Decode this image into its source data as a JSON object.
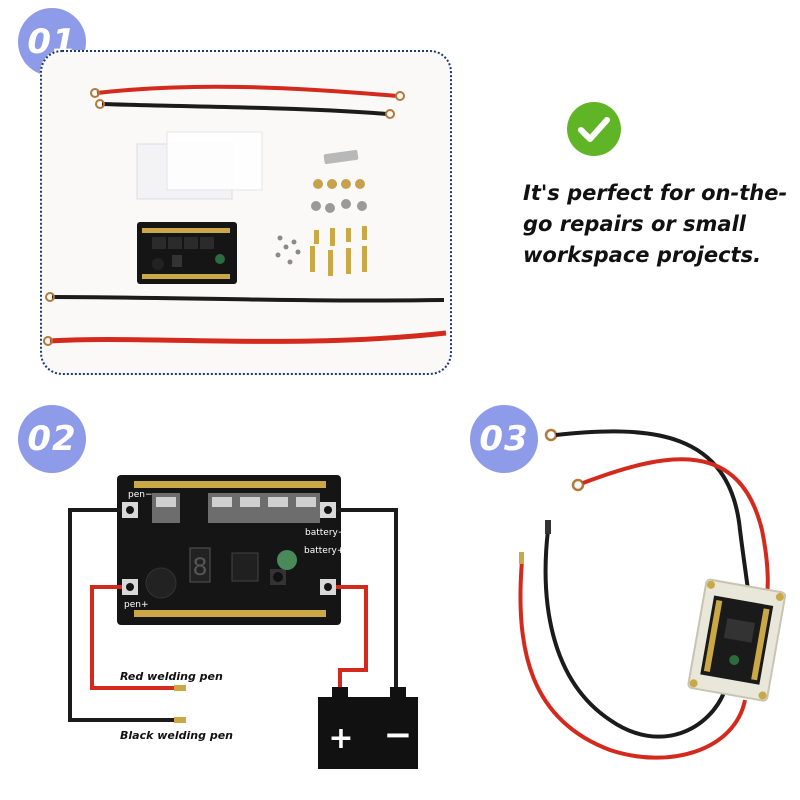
{
  "steps": [
    "01",
    "02",
    "03"
  ],
  "panel1": {
    "tagline": "It's perfect for on-the-go repairs or small workspace projects."
  },
  "panel2": {
    "board_labels": {
      "pen_minus": "pen−",
      "pen_plus": "pen+",
      "battery_minus": "battery−",
      "battery_plus": "battery+"
    },
    "red_pen_label": "Red welding pen",
    "black_pen_label": "Black welding pen",
    "battery_plus_symbol": "+",
    "battery_minus_symbol": "−"
  },
  "colors": {
    "badge": "#8e9be8",
    "check": "#5fb526",
    "red_wire": "#d42a1e",
    "black_wire": "#1b1b1b",
    "pcb": "#151515",
    "panel_border": "#1f3b73"
  }
}
